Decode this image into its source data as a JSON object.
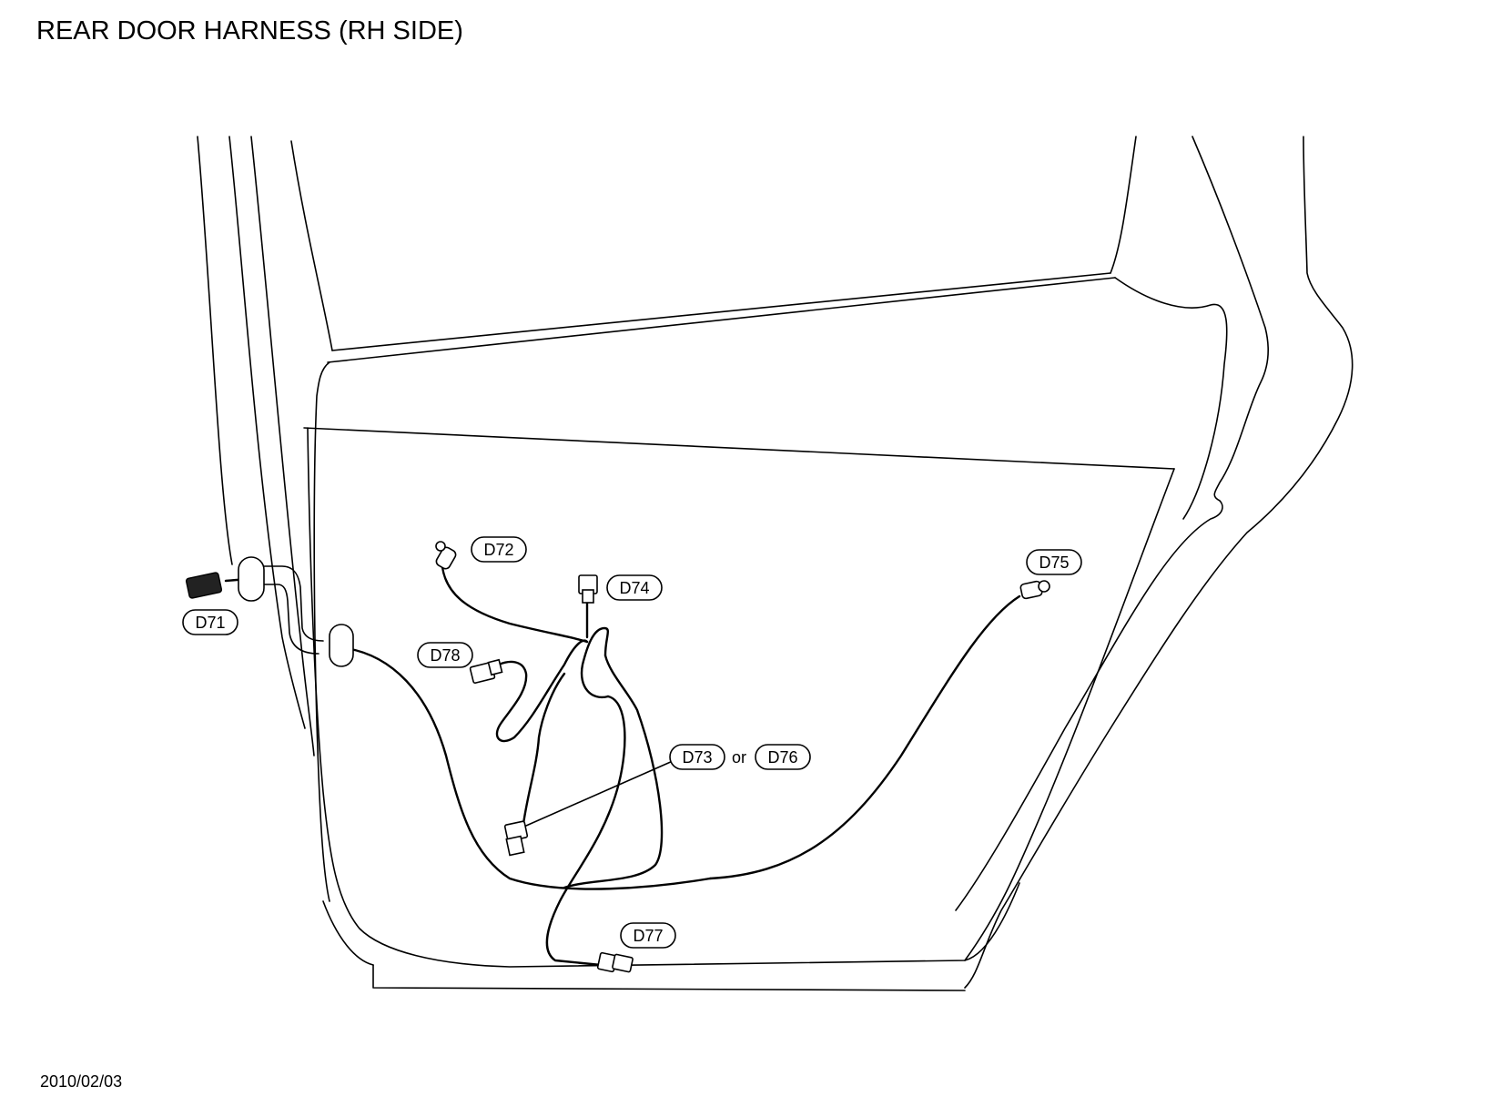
{
  "title": "REAR DOOR HARNESS (RH SIDE)",
  "date": "2010/02/03",
  "labels": {
    "d71": "D71",
    "d72": "D72",
    "d73": "D73",
    "d74": "D74",
    "d75": "D75",
    "d76": "D76",
    "d77": "D77",
    "d78": "D78",
    "or": "or"
  }
}
